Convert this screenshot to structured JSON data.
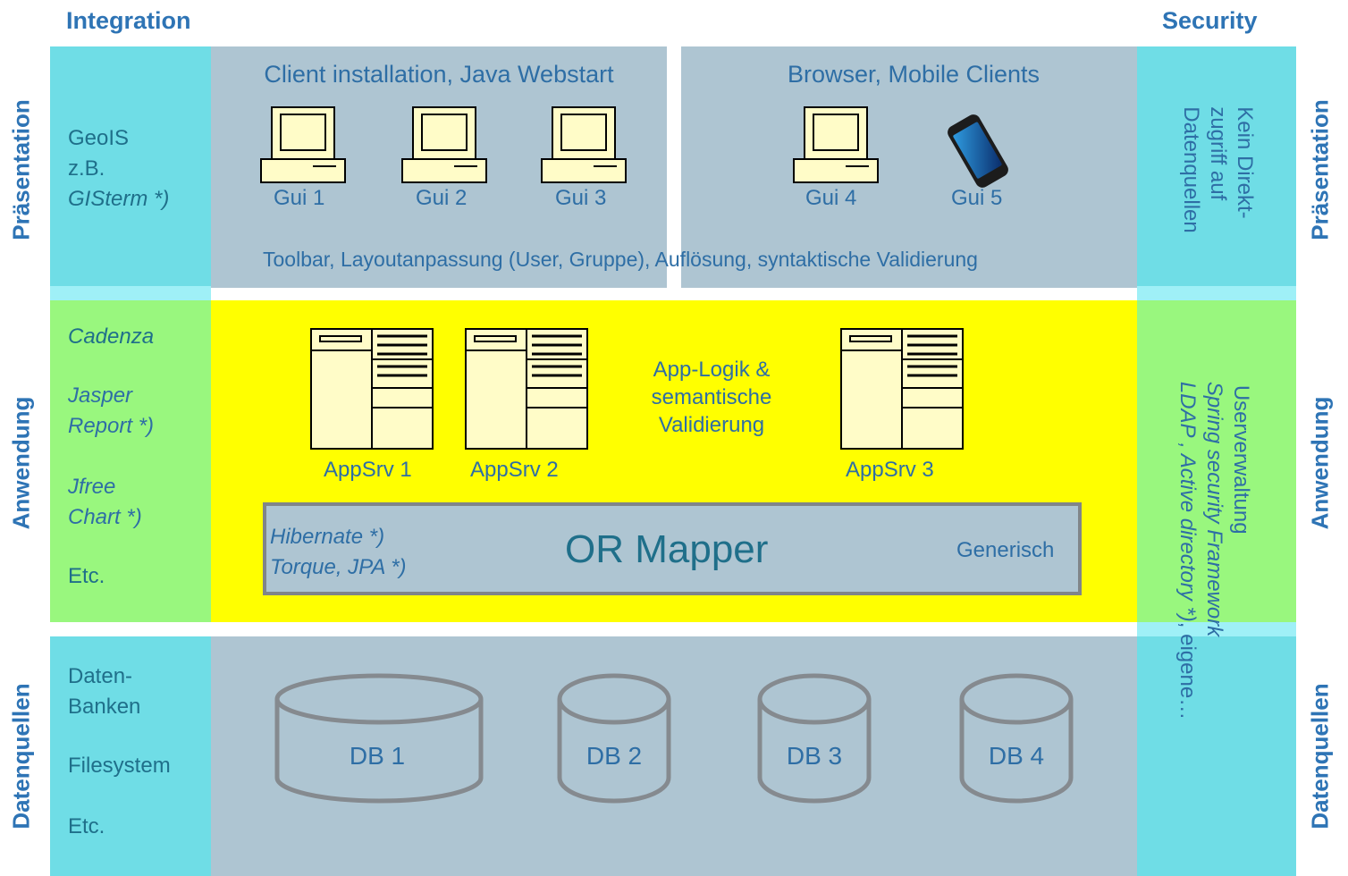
{
  "headers": {
    "integration": "Integration",
    "security": "Security"
  },
  "layers": {
    "praesentation": "Präsentation",
    "anwendung": "Anwendung",
    "datenquellen": "Datenquellen"
  },
  "presentation": {
    "integration_lines": [
      "GeoIS",
      "z.B."
    ],
    "integration_italic": "GISterm *)",
    "client_title": "Client installation, Java Webstart",
    "browser_title": "Browser, Mobile Clients",
    "guis": [
      "Gui 1",
      "Gui 2",
      "Gui 3",
      "Gui 4",
      "Gui 5"
    ],
    "toolbar_text": "Toolbar, Layoutanpassung (User, Gruppe), Auflösung, syntaktische Validierung",
    "security_lines": [
      "Kein Direkt-",
      "zugriff auf",
      "Datenquellen"
    ]
  },
  "application": {
    "integration": {
      "cadenza": "Cadenza",
      "jasper1": "Jasper",
      "jasper2": "Report *)",
      "jfree1": "Jfree",
      "jfree2": "Chart *)",
      "etc": "Etc."
    },
    "appservers": [
      "AppSrv 1",
      "AppSrv 2",
      "AppSrv 3"
    ],
    "logic_lines": [
      "App-Logik &",
      "semantische",
      "Validierung"
    ],
    "ormapper": {
      "title": "OR Mapper",
      "left1": "Hibernate *)",
      "left2": "Torque, JPA *)",
      "right": "Generisch"
    },
    "security_lines": {
      "line1": "Userverwaltung",
      "line2": "Spring security Framework",
      "line3_italic": "LDAP , Active directory *)",
      "line3_rest": ", eigene…"
    }
  },
  "datasources": {
    "integration": {
      "l1": "Daten-",
      "l2": "Banken",
      "l3": "Filesystem",
      "l4": "Etc."
    },
    "databases": [
      "DB 1",
      "DB 2",
      "DB 3",
      "DB 4"
    ]
  }
}
